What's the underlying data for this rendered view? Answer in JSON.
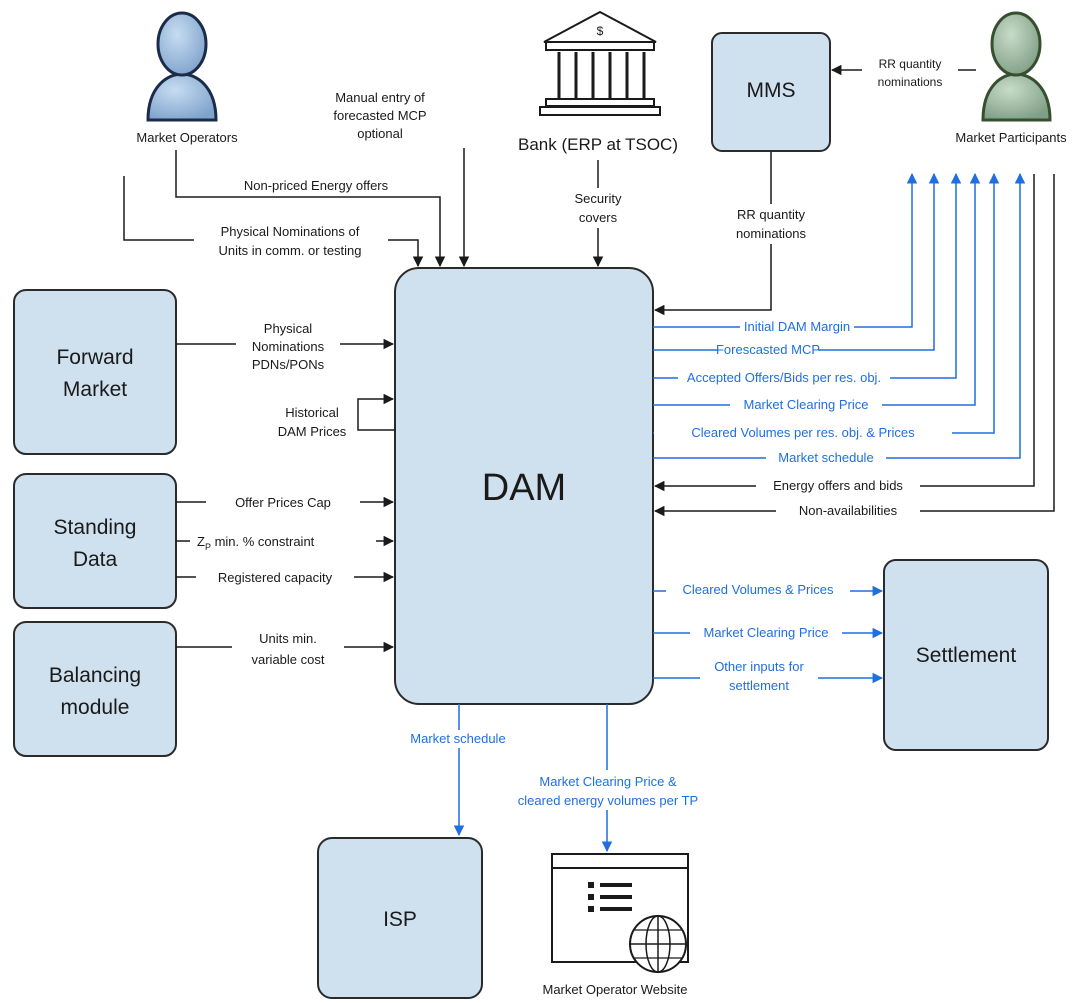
{
  "nodes": {
    "market_operators": "Market Operators",
    "bank": "Bank (ERP at TSOC)",
    "mms": "MMS",
    "market_participants": "Market Participants",
    "forward_market": [
      "Forward",
      "Market"
    ],
    "standing_data": [
      "Standing",
      "Data"
    ],
    "balancing_module": [
      "Balancing",
      "module"
    ],
    "dam": "DAM",
    "settlement": "Settlement",
    "isp": "ISP",
    "website": "Market Operator Website",
    "dollar": "$"
  },
  "labels": {
    "manual_entry": [
      "Manual entry of",
      "forecasted MCP",
      "optional"
    ],
    "non_priced": "Non-priced Energy offers",
    "physical_nom_units": [
      "Physical Nominations of",
      "Units in comm. or testing"
    ],
    "security_covers": [
      "Security",
      "covers"
    ],
    "rr_top": [
      "RR quantity",
      "nominations"
    ],
    "rr_mid": [
      "RR quantity",
      "nominations"
    ],
    "fwd_nominations": [
      "Physical",
      "Nominations",
      "PDNs/PONs"
    ],
    "historical": [
      "Historical",
      "DAM Prices"
    ],
    "offer_cap": "Offer Prices Cap",
    "zp_main": "Z",
    "zp_sub": "P",
    "zp_rest": " min. % constraint",
    "registered_capacity": "Registered capacity",
    "units_min": [
      "Units min.",
      "variable cost"
    ],
    "out_initial_margin": "Initial DAM Margin",
    "out_forecasted_mcp": "Forescasted MCP",
    "out_accepted": "Accepted Offers/Bids per res. obj.",
    "out_mcp": "Market Clearing Price",
    "out_cleared": "Cleared Volumes per res. obj. & Prices",
    "out_schedule": "Market schedule",
    "in_energy_offers": "Energy offers and bids",
    "in_non_avail": "Non-availabilities",
    "settle_cleared": "Cleared Volumes & Prices",
    "settle_mcp": "Market Clearing Price",
    "settle_other": [
      "Other inputs for",
      "settlement"
    ],
    "isp_schedule": "Market schedule",
    "website_mcp": [
      "Market Clearing Price &",
      "cleared energy volumes per TP"
    ]
  },
  "colors": {
    "box_fill": "#cfe0ef",
    "box_stroke": "#2b2b2b",
    "output_blue": "#1f6fe0",
    "person_blue": "#8fb3db",
    "person_green": "#8fb38a"
  }
}
